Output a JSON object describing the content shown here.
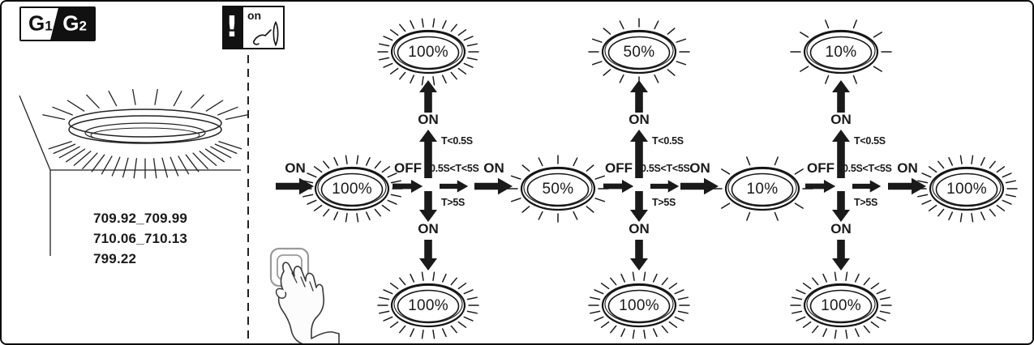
{
  "colors": {
    "ink": "#1a1a1a",
    "background": "#ffffff"
  },
  "header": {
    "model_badge": {
      "g1_letter": "G",
      "g1_digit": "1",
      "g2_letter": "G",
      "g2_digit": "2"
    },
    "notice": {
      "exclamation": "!",
      "on_label": "on"
    }
  },
  "left_panel": {
    "product_numbers": [
      "709.92_709.99",
      "710.06_710.13",
      "799.22"
    ]
  },
  "flow": {
    "labels": {
      "on": "ON",
      "off": "OFF",
      "tap_short": "T<0.5S",
      "tap_medium": "0.5S<T<5S",
      "tap_long": "T>5S"
    },
    "columns": [
      {
        "mid": {
          "label": "100%",
          "rays": 26
        },
        "top": {
          "label": "100%",
          "rays": 26
        },
        "bottom": {
          "label": "100%",
          "rays": 26
        }
      },
      {
        "mid": {
          "label": "50%",
          "rays": 16
        },
        "top": {
          "label": "50%",
          "rays": 16
        },
        "bottom": {
          "label": "100%",
          "rays": 26
        }
      },
      {
        "mid": {
          "label": "10%",
          "rays": 10
        },
        "top": {
          "label": "10%",
          "rays": 10
        },
        "bottom": {
          "label": "100%",
          "rays": 26
        }
      }
    ],
    "final_lamp": {
      "label": "100%",
      "rays": 26
    }
  }
}
